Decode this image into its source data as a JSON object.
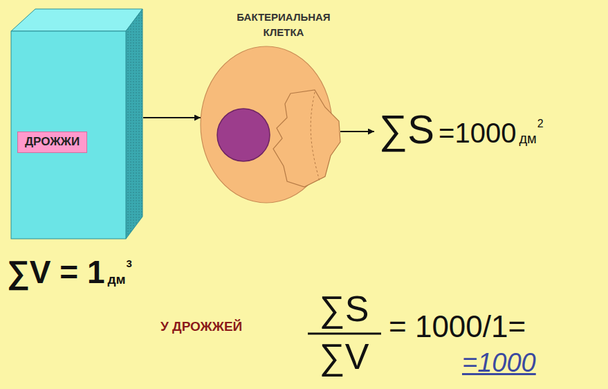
{
  "diagram": {
    "nodes": [
      {
        "text": [
          "ДРОЖЖИ"
        ]
      },
      {
        "text": [
          "БАКТЕРИАЛЬНАЯ КЛЕТКА"
        ]
      }
    ],
    "edges": [
      {
        "from": 0,
        "to": 1,
        "arrow": "to"
      }
    ],
    "labels": [
      "∑S",
      "=1000",
      "дм",
      "2",
      "∑V = 1",
      "дм",
      "3",
      "У ДРОЖЖЕЙ",
      "∑S",
      "∑V",
      "= 1000/1=",
      "=1000"
    ]
  }
}
